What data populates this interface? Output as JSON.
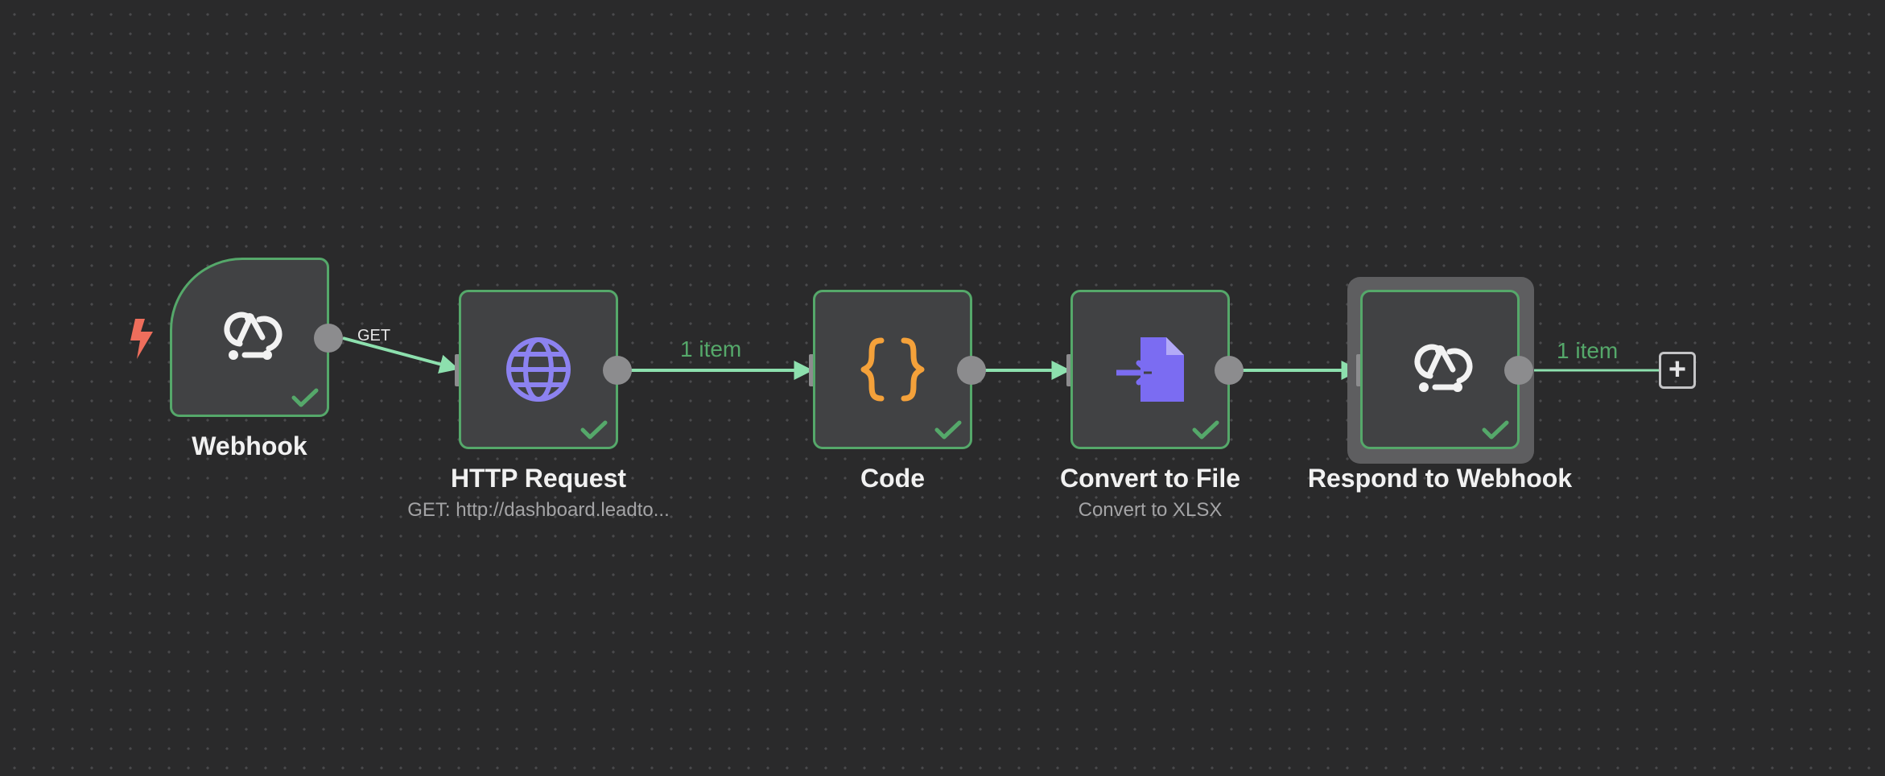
{
  "canvas": {
    "background": "#2a2a2b",
    "success_color": "#55a86a",
    "edge_color": "#8de0ae"
  },
  "nodes": {
    "webhook": {
      "title": "Webhook",
      "icon": "webhook-icon",
      "status": "success",
      "method_label": "GET"
    },
    "http_request": {
      "title": "HTTP Request",
      "subtitle": "GET: http://dashboard.leadto...",
      "icon": "globe-icon",
      "icon_color": "#8c82f0",
      "status": "success"
    },
    "code": {
      "title": "Code",
      "icon": "curly-braces-icon",
      "icon_color": "#f4a13a",
      "status": "success"
    },
    "convert_to_file": {
      "title": "Convert to File",
      "subtitle": "Convert to XLSX",
      "icon": "file-import-icon",
      "icon_color": "#7b6cf2",
      "status": "success"
    },
    "respond_to_webhook": {
      "title": "Respond to Webhook",
      "icon": "webhook-icon",
      "status": "success",
      "selected": true
    }
  },
  "edges": {
    "http_to_code_label": "1 item",
    "respond_to_end_label": "1 item"
  },
  "add_node": {
    "label": "+"
  },
  "trigger_indicator": {
    "icon": "lightning-bolt-icon",
    "color": "#ee6e5c"
  }
}
